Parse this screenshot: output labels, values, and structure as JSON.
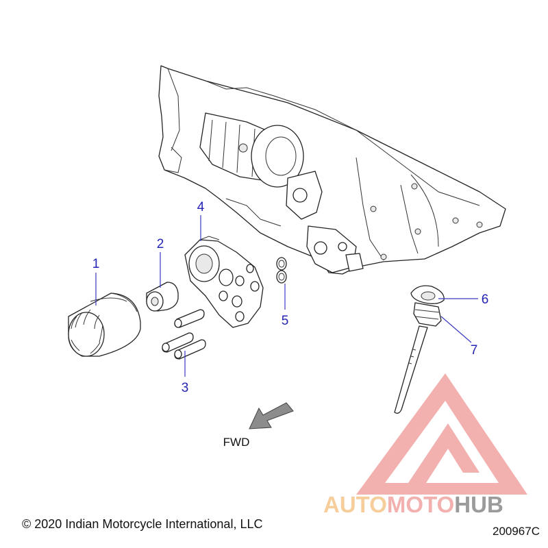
{
  "callouts": [
    {
      "id": "1",
      "label": "1"
    },
    {
      "id": "2",
      "label": "2"
    },
    {
      "id": "3",
      "label": "3"
    },
    {
      "id": "4",
      "label": "4"
    },
    {
      "id": "5",
      "label": "5"
    },
    {
      "id": "6",
      "label": "6"
    },
    {
      "id": "7",
      "label": "7"
    }
  ],
  "direction_label": "FWD",
  "copyright": "© 2020 Indian Motorcycle International, LLC",
  "drawing_number": "200967C",
  "watermark": {
    "part1": "AUTO",
    "part2": "MOTO",
    "part3": "HUB",
    "color_primary": "#f0a3a0",
    "color_secondary": "#f6c68a",
    "color_dark": "#8a8a8a"
  },
  "colors": {
    "callout": "#2323b4",
    "line": "#222222"
  }
}
